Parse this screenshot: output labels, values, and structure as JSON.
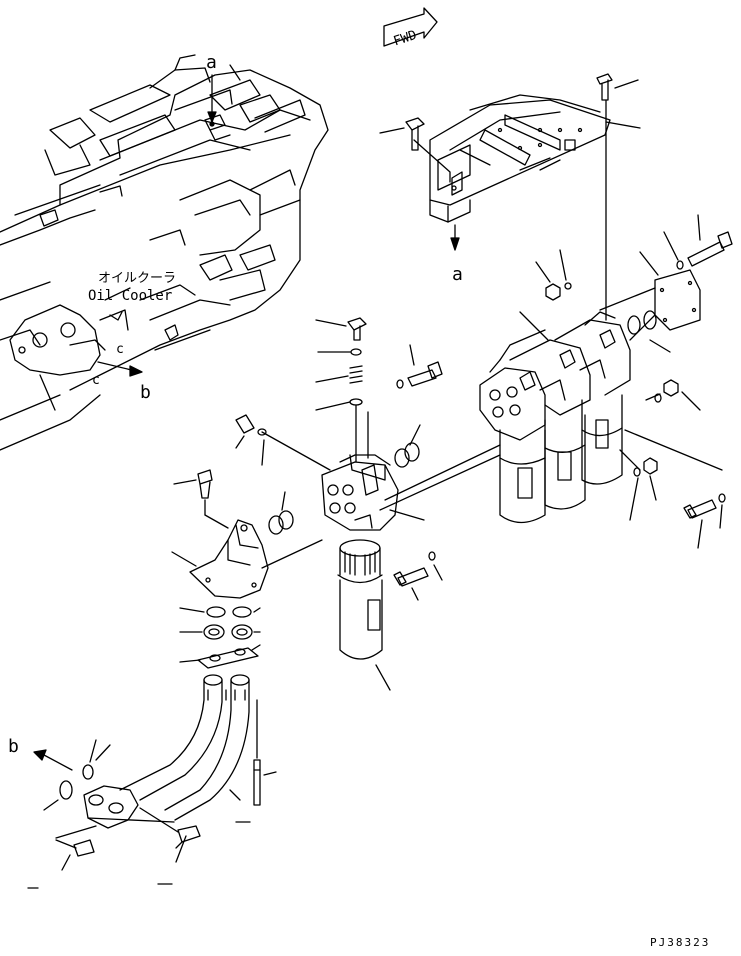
{
  "direction_arrow": {
    "text": "FWD"
  },
  "oil_cooler": {
    "jp": "オイルクーラ",
    "en": "Oil Cooler"
  },
  "ref_labels": {
    "a_top": "a",
    "a_bracket": "a",
    "b_cooler": "b",
    "b_pipe": "b",
    "c1": "c",
    "c2": "c"
  },
  "figure_code": "PJ38323"
}
